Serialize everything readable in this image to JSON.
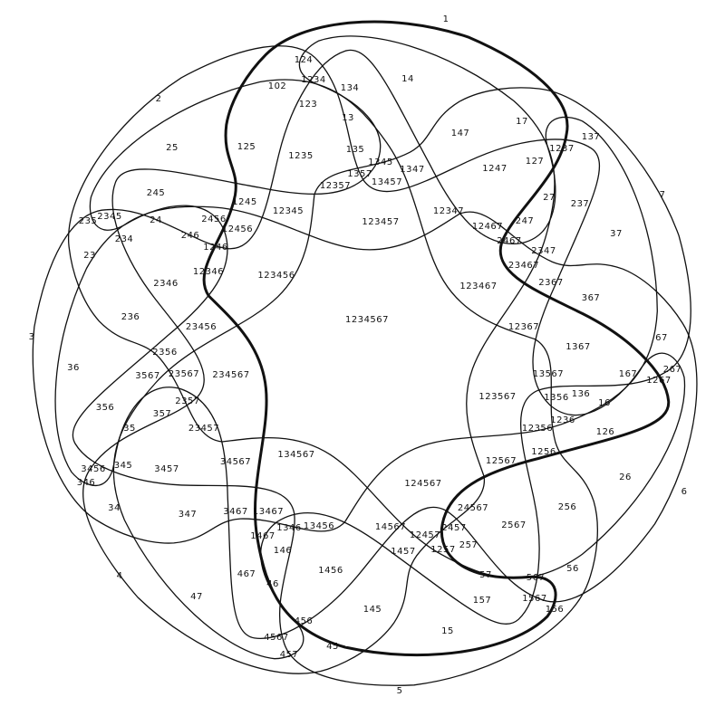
{
  "diagram": {
    "type": "7-set Venn diagram",
    "line_color": "#111111",
    "background": "#ffffff",
    "regions": [
      "1",
      "14",
      "124",
      "1234",
      "134",
      "102",
      "123",
      "13",
      "2",
      "25",
      "125",
      "1235",
      "135",
      "1345",
      "1347",
      "147",
      "17",
      "1237",
      "137",
      "127",
      "1247",
      "12357",
      "1357",
      "13457",
      "245",
      "1245",
      "12345",
      "123457",
      "12347",
      "235",
      "2345",
      "24",
      "2456",
      "12456",
      "246",
      "1246",
      "234",
      "23",
      "12346",
      "2346",
      "123456",
      "12467",
      "247",
      "27",
      "237",
      "2467",
      "2347",
      "23467",
      "37",
      "7",
      "123467",
      "2367",
      "367",
      "236",
      "23456",
      "1234567",
      "3",
      "2356",
      "12367",
      "1367",
      "67",
      "36",
      "3567",
      "23567",
      "234567",
      "13567",
      "167",
      "267",
      "1267",
      "123567",
      "1356",
      "136",
      "16",
      "356",
      "2357",
      "357",
      "35",
      "23457",
      "1236",
      "12356",
      "126",
      "134567",
      "34567",
      "3456",
      "345",
      "3457",
      "346",
      "1256",
      "12567",
      "26",
      "6",
      "124567",
      "34",
      "347",
      "3467",
      "13467",
      "1346",
      "13456",
      "14567",
      "24567",
      "256",
      "2567",
      "1467",
      "12457",
      "2457",
      "1457",
      "1257",
      "257",
      "146",
      "1456",
      "56",
      "4",
      "47",
      "467",
      "46",
      "57",
      "567",
      "157",
      "1567",
      "156",
      "145",
      "15",
      "456",
      "4567",
      "45",
      "457",
      "5"
    ]
  }
}
